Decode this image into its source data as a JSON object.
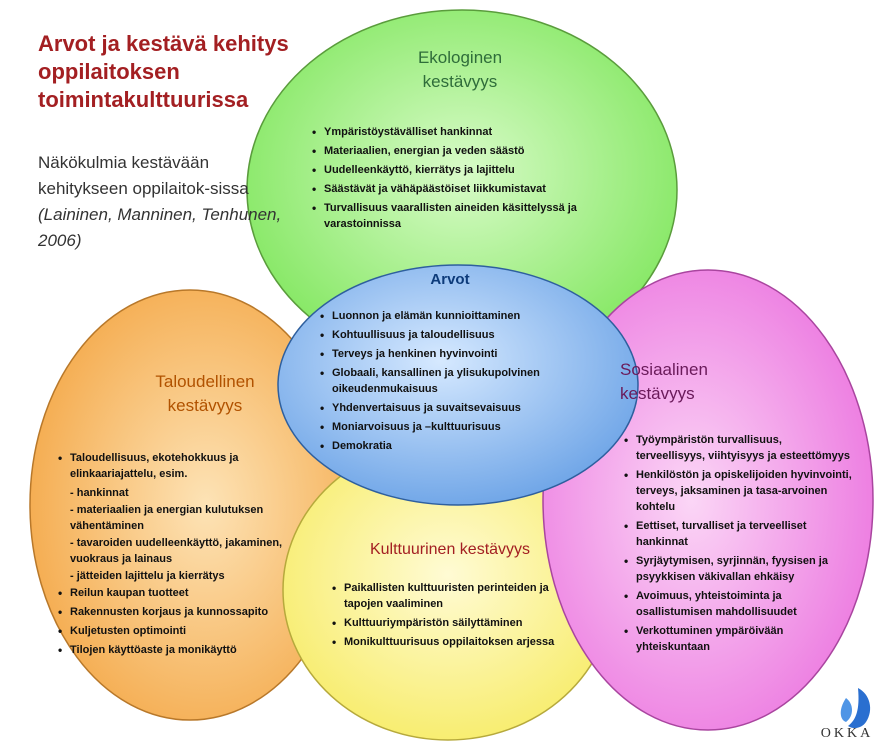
{
  "title": "Arvot ja kestävä kehitys oppilaitoksen toimintakulttuurissa",
  "subtitle": {
    "text": "Näkökulmia kestävään kehitykseen oppilaitok-sissa",
    "citation": "(Laininen, Manninen, Tenhunen, 2006)"
  },
  "ekologinen": {
    "heading": "Ekologinen kestävyys",
    "color": "#90ee6e",
    "items": [
      "Ympäristöystävälliset hankinnat",
      "Materiaalien, energian ja veden säästö",
      "Uudelleenkäyttö, kierrätys ja lajittelu",
      "Säästävät ja vähäpäästöiset liikkumistavat",
      "Turvallisuus vaarallisten aineiden käsittelyssä ja varastoinnissa"
    ]
  },
  "arvot": {
    "heading": "Arvot",
    "color": "#7fb0e8",
    "items": [
      "Luonnon ja elämän kunnioittaminen",
      "Kohtuullisuus ja taloudellisuus",
      "Terveys ja henkinen hyvinvointi",
      "Globaali, kansallinen ja ylisukupolvinen oikeudenmukaisuus",
      "Yhdenvertaisuus ja suvaitsevaisuus",
      "Moniarvoisuus ja –kulttuurisuus",
      "Demokratia"
    ]
  },
  "taloudellinen": {
    "heading": "Taloudellinen kestävyys",
    "color": "#f6b25a",
    "items": [
      {
        "text": "Taloudellisuus, ekotehokkuus ja elinkaariajattelu, esim.",
        "sub": false
      },
      {
        "text": "- hankinnat",
        "sub": true
      },
      {
        "text": "- materiaalien ja energian kulutuksen vähentäminen",
        "sub": true
      },
      {
        "text": "- tavaroiden uudelleenkäyttö, jakaminen, vuokraus ja lainaus",
        "sub": true
      },
      {
        "text": "- jätteiden lajittelu ja kierrätys",
        "sub": true
      },
      {
        "text": "Reilun kaupan tuotteet",
        "sub": false
      },
      {
        "text": "Rakennusten korjaus ja kunnossapito",
        "sub": false
      },
      {
        "text": "Kuljetusten optimointi",
        "sub": false
      },
      {
        "text": "Tilojen käyttöaste ja monikäyttö",
        "sub": false
      }
    ]
  },
  "sosiaalinen": {
    "heading": "Sosiaalinen kestävyys",
    "color": "#f08ae8",
    "items": [
      "Työympäristön turvallisuus, terveellisyys, viihtyisyys ja esteettömyys",
      "Henkilöstön ja opiskelijoiden hyvinvointi, terveys, jaksaminen ja tasa-arvoinen kohtelu",
      "Eettiset, turvalliset ja terveelliset hankinnat",
      "Syrjäytymisen, syrjinnän, fyysisen ja psyykkisen väkivallan ehkäisy",
      "Avoimuus, yhteistoiminta ja osallistumisen mahdollisuudet",
      "Verkottuminen ympäröivään yhteiskuntaan"
    ]
  },
  "kulttuurinen": {
    "heading": "Kulttuurinen kestävyys",
    "color": "#fbf37e",
    "items": [
      "Paikallisten kulttuuristen perinteiden ja tapojen vaaliminen",
      "Kulttuuriympäristön säilyttäminen",
      "Monikulttuurisuus oppilaitoksen arjessa"
    ]
  },
  "logo": {
    "text": "OKKA",
    "icon": "okka-logo-icon",
    "color": "#2a6fd0"
  }
}
